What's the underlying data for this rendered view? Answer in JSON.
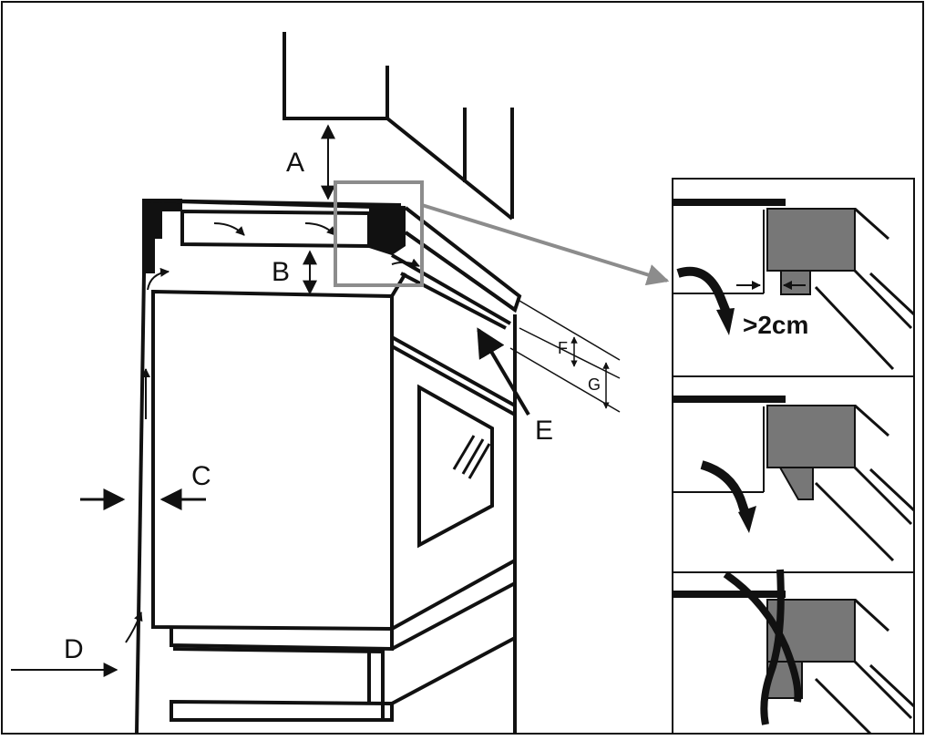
{
  "labels": {
    "a": "A",
    "b": "B",
    "c": "C",
    "d": "D",
    "e": "E",
    "f": "F",
    "g": "G",
    "clearance": ">2cm"
  },
  "colors": {
    "line": "#111111",
    "highlight_box": "#8c8c8c",
    "panel_fill": "#777777",
    "background": "#ffffff"
  }
}
